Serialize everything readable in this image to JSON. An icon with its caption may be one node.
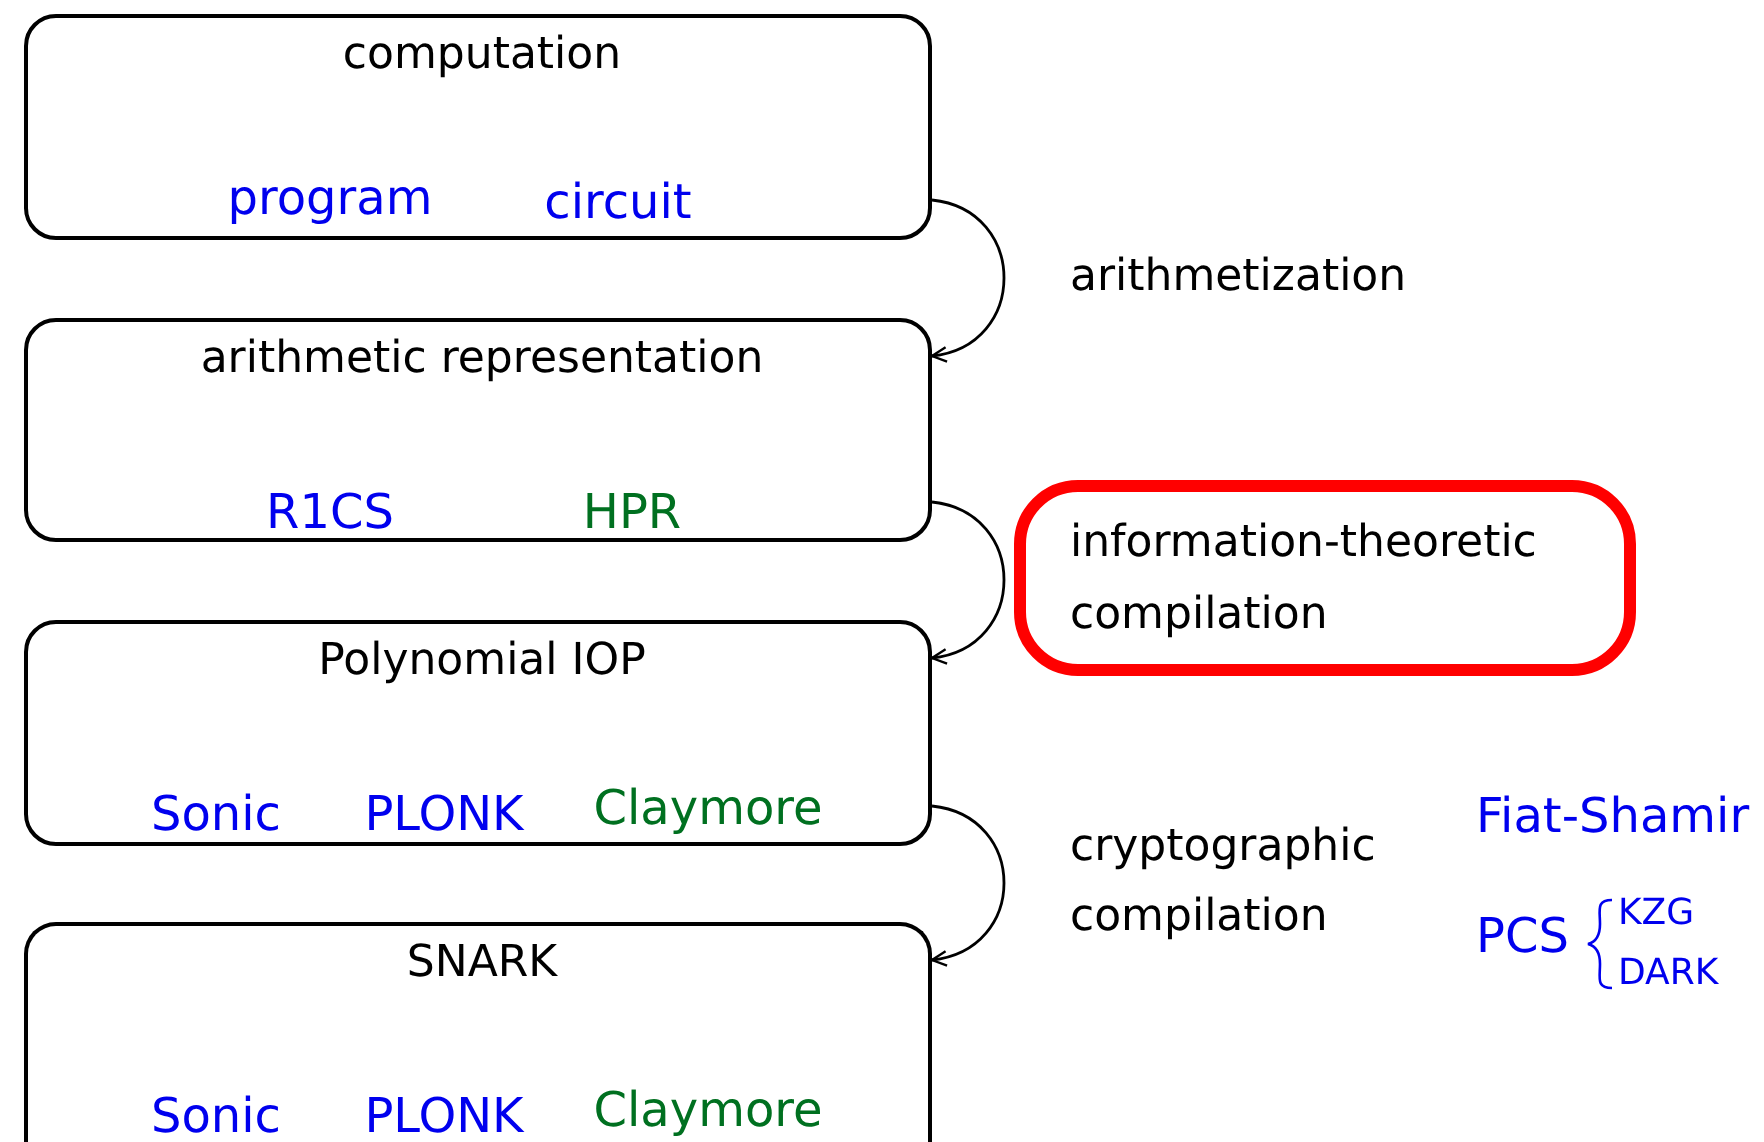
{
  "diagram": {
    "nodes": [
      {
        "text": [
          "computation",
          "program",
          "circuit"
        ]
      },
      {
        "text": [
          "arithmetic representation",
          "R1CS",
          "HPR"
        ]
      },
      {
        "text": [
          "Polynomial IOP",
          "Sonic",
          "PLONK",
          "Claymore"
        ]
      },
      {
        "text": [
          "SNARK",
          "Sonic",
          "PLONK",
          "Claymore"
        ]
      },
      {
        "text": [
          "information-theoretic compilation"
        ]
      }
    ],
    "edges": [
      {
        "from": 0,
        "to": 1,
        "arrow": "to",
        "label": "arithmetization"
      },
      {
        "from": 1,
        "to": 2,
        "arrow": "to"
      },
      {
        "from": 2,
        "to": 3,
        "arrow": "to",
        "label": "cryptographic compilation"
      }
    ],
    "labels": [
      "Fiat-Shamir",
      "PCS",
      "KZG",
      "DARK"
    ]
  }
}
